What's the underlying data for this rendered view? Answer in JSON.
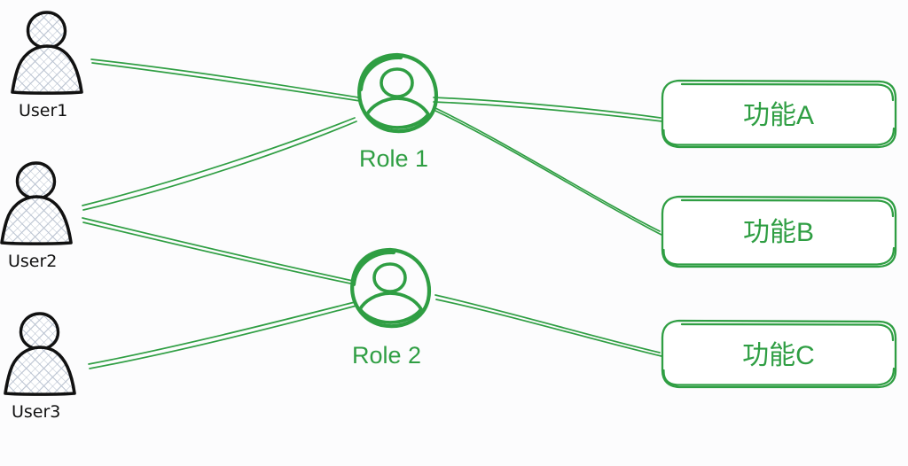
{
  "diagram": {
    "title": "RBAC user-role-permission diagram",
    "style": "hand-drawn sketch",
    "background_color": "#fcfcfd",
    "accent_color": "#2f9e43",
    "user_outline_color": "#111111",
    "user_fill_pattern_color": "#b9c2d0"
  },
  "users": [
    {
      "id": "user1",
      "label": "User1",
      "icon": "person-icon"
    },
    {
      "id": "user2",
      "label": "User2",
      "icon": "person-icon"
    },
    {
      "id": "user3",
      "label": "User3",
      "icon": "person-icon"
    }
  ],
  "roles": [
    {
      "id": "role1",
      "label": "Role 1",
      "icon": "user-circle-icon"
    },
    {
      "id": "role2",
      "label": "Role 2",
      "icon": "user-circle-icon"
    }
  ],
  "functions": [
    {
      "id": "funcA",
      "label": "功能A"
    },
    {
      "id": "funcB",
      "label": "功能B"
    },
    {
      "id": "funcC",
      "label": "功能C"
    }
  ],
  "edges": [
    {
      "from": "User1",
      "to": "Role 1"
    },
    {
      "from": "User2",
      "to": "Role 1"
    },
    {
      "from": "User2",
      "to": "Role 2"
    },
    {
      "from": "User3",
      "to": "Role 2"
    },
    {
      "from": "Role 1",
      "to": "功能A"
    },
    {
      "from": "Role 1",
      "to": "功能B"
    },
    {
      "from": "Role 2",
      "to": "功能C"
    }
  ]
}
